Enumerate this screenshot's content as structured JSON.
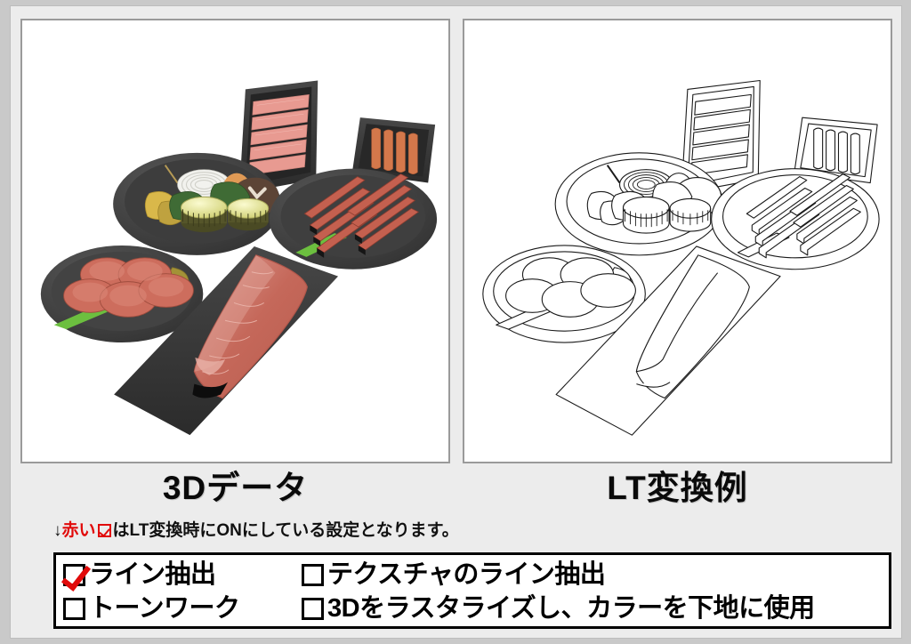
{
  "captions": {
    "left": "3Dデータ",
    "right": "LT変換例"
  },
  "note": {
    "arrow": "↓",
    "red_text": "赤い",
    "checkbox_icon": "red-checked-checkbox-icon",
    "rest_text": "はLT変換時にONにしている設定となります。"
  },
  "options": [
    {
      "label": "ライン抽出",
      "checked": true,
      "column": 1,
      "row": 1
    },
    {
      "label": "テクスチャのライン抽出",
      "checked": false,
      "column": 2,
      "row": 1
    },
    {
      "label": "トーンワーク",
      "checked": false,
      "column": 1,
      "row": 2
    },
    {
      "label": "3Dをラスタライズし、カラーを下地に使用",
      "checked": false,
      "column": 2,
      "row": 2
    }
  ],
  "panels": {
    "left": {
      "name": "3d-render-panel",
      "render_style": "shaded-3d-color",
      "background": "#ffffff",
      "items": [
        "bacon-slices-tray",
        "sausages-tray",
        "vegetable-plate",
        "beef-slices-plate",
        "salami-slices-plate",
        "marbled-steak-tray"
      ]
    },
    "right": {
      "name": "lt-lineart-panel",
      "render_style": "line-art-outline",
      "background": "#ffffff",
      "items": [
        "bacon-slices-tray",
        "sausages-tray",
        "vegetable-plate",
        "beef-slices-plate",
        "salami-slices-plate",
        "marbled-steak-tray"
      ]
    }
  },
  "colors": {
    "page_background": "#ececec",
    "outer_background": "#c9c9c9",
    "panel_border": "#9a9a9a",
    "accent_red": "#e10a0a",
    "tray_dark": "#3a3a3a",
    "plate_dark": "#4a4a4a",
    "meat_pink": "#e2897f",
    "meat_red": "#c4604f",
    "sausage": "#d4784b",
    "leaf_green": "#7cc24a",
    "corn_yellow": "#e8e89a",
    "zucchini_green": "#3f6b35",
    "pumpkin_yellow": "#d9b84a",
    "mushroom_brown": "#5c4436",
    "line_black": "#1a1a1a"
  }
}
